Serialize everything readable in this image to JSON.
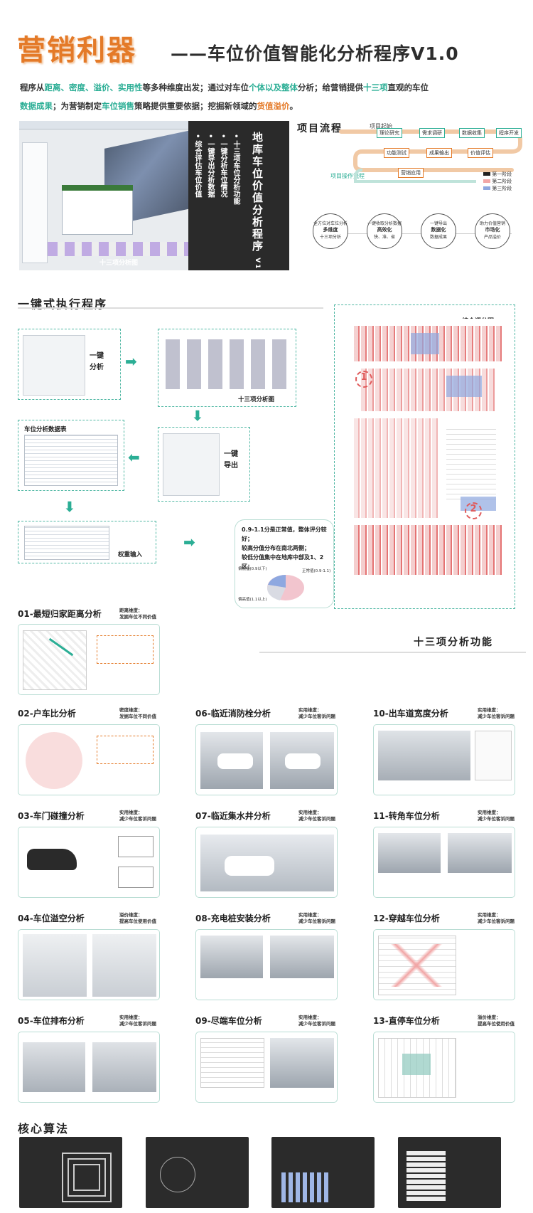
{
  "header": {
    "title_cn": "营销利器",
    "subtitle": "——车位价值智能化分析程序V1.0"
  },
  "intro": {
    "p1": "程序从",
    "k1": "距离、密度、溢价、实用性",
    "p2": "等多种维度出发；通过对车位",
    "k2": "个体以及整体",
    "p3": "分析；给营销提供",
    "k3": "十三项",
    "p4": "直观的车位",
    "k4": "数据成果",
    "p5": "；为营销制定",
    "k5": "车位销售",
    "p6": "策略提供重要依据；挖掘新领域的",
    "k6": "货值溢价",
    "p7": "。"
  },
  "hero": {
    "v_title": "地库车位价值分析程序",
    "v_version": "V1.0",
    "bullets": [
      "• 十三项车位分析功能",
      "• 一键分析车位情况",
      "• 一键导出分析数据",
      "• 综合评估车位价值"
    ],
    "caption": "十三项分析图"
  },
  "process": {
    "title": "项目流程",
    "start": "项目起始",
    "op": "项目操作流程",
    "nodes": [
      "理论研究",
      "需求调研",
      "数据收集",
      "程序开发",
      "功能测试",
      "成果输出",
      "价值评估",
      "营销应用"
    ],
    "legend": [
      "第一阶段",
      "第二阶段",
      "第三阶段"
    ]
  },
  "circles": [
    {
      "top": "全方位对车位分析",
      "left": "多维度",
      "sub": "十三项分析"
    },
    {
      "top": "一键收取分析数据",
      "left": "高效化",
      "sub": "快、准、省"
    },
    {
      "top": "一键导出",
      "left": "数据化",
      "sub": "数据成果"
    },
    {
      "top": "助力价值营销",
      "left": "市场化",
      "sub": "产品溢价"
    }
  ],
  "onekey": {
    "title": "一键式执行程序",
    "step1": "一键\n分析",
    "step2": "十三项分析图",
    "step3": "一键\n导出",
    "step4": "车位分析数据表",
    "step5": "权重输入",
    "overall": "综合评分图",
    "marker1": "1",
    "marker2": "2",
    "summary1": "0.9-1.1分是正常值，整体评分较好；",
    "summary2": "较高分值分布在南北两侧；",
    "summary3": "较低分值集中在地库中部及1、2区；",
    "pie_labels": [
      "偏低值(0.9以下)",
      "正常值(0.9-1.1)",
      "偏高值(1.1以上)"
    ]
  },
  "features": {
    "title": "十三项分析功能",
    "items": [
      {
        "no": "01",
        "name": "最短归家距离分析",
        "tag": "距离维度：\n发掘车位不同价值"
      },
      {
        "no": "02",
        "name": "户车比分析",
        "tag": "密度维度：\n发掘车位不同价值"
      },
      {
        "no": "03",
        "name": "车门碰撞分析",
        "tag": "实用维度：\n减少车位客诉问题"
      },
      {
        "no": "04",
        "name": "车位溢空分析",
        "tag": "溢价维度：\n提高车位使用价值"
      },
      {
        "no": "05",
        "name": "车位排布分析",
        "tag": "实用维度：\n减少车位客诉问题"
      },
      {
        "no": "06",
        "name": "临近消防栓分析",
        "tag": "实用维度：\n减少车位客诉问题"
      },
      {
        "no": "07",
        "name": "临近集水井分析",
        "tag": "实用维度：\n减少车位客诉问题"
      },
      {
        "no": "08",
        "name": "充电桩安装分析",
        "tag": "实用维度：\n减少车位客诉问题"
      },
      {
        "no": "09",
        "name": "尽端车位分析",
        "tag": "实用维度：\n减少车位客诉问题"
      },
      {
        "no": "10",
        "name": "出车道宽度分析",
        "tag": "实用维度：\n减少车位客诉问题"
      },
      {
        "no": "11",
        "name": "转角车位分析",
        "tag": "实用维度：\n减少车位客诉问题"
      },
      {
        "no": "12",
        "name": "穿越车位分析",
        "tag": "实用维度：\n减少车位客诉问题"
      },
      {
        "no": "13",
        "name": "直停车位分析",
        "tag": "溢价维度：\n提高车位使用价值"
      }
    ]
  },
  "core": {
    "title": "核心算法"
  },
  "colors": {
    "orange": "#e47a28",
    "teal": "#2bae95",
    "red": "#e05a5a",
    "blue": "#6f8fd6"
  }
}
